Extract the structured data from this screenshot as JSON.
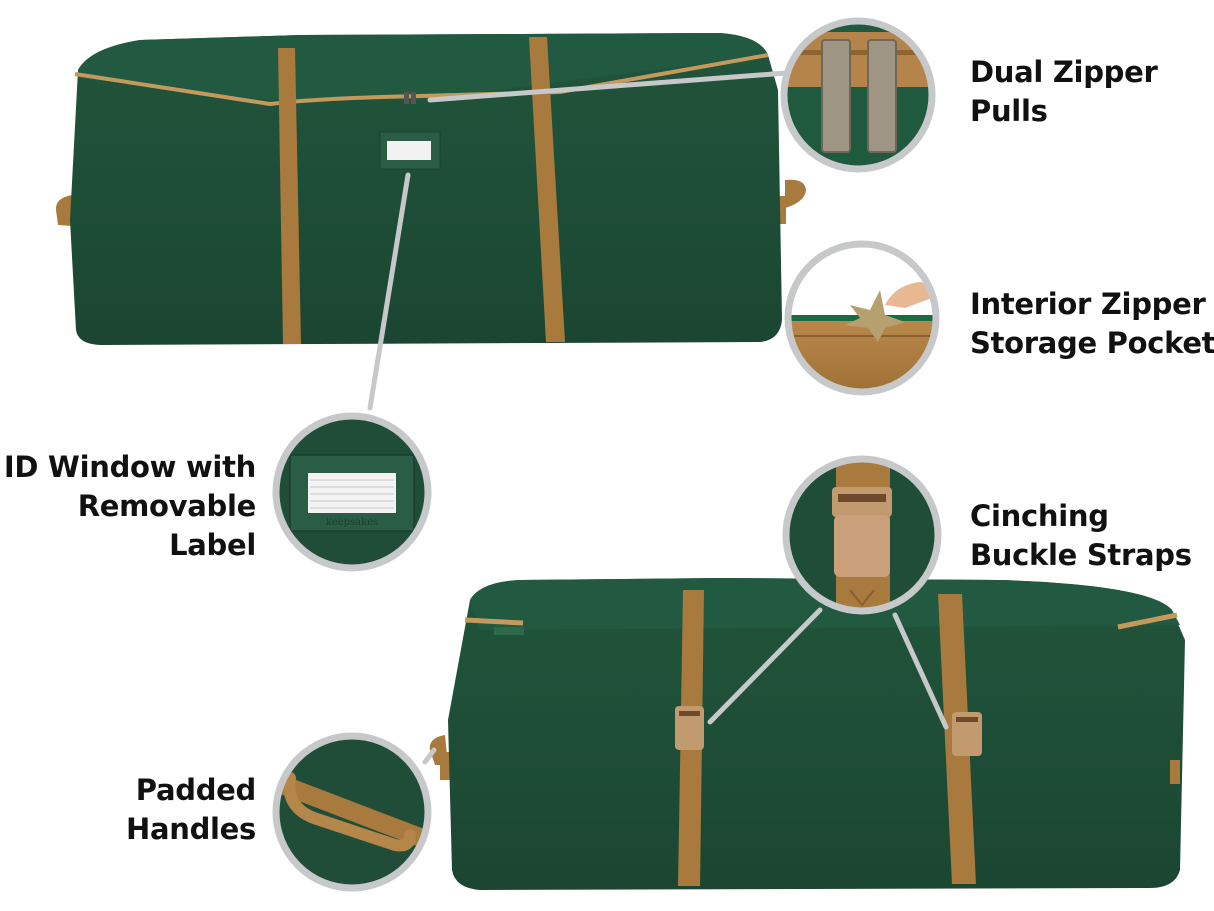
{
  "product": {
    "brand": "keepsakes",
    "colors": {
      "bag_green": "#1f4d37",
      "bag_green_dark": "#173d2b",
      "strap_tan": "#a87a3e",
      "strap_tan_light": "#c49a5c",
      "callout_ring": "#c6c8c9",
      "label_text": "#111111",
      "background": "#ffffff"
    }
  },
  "callouts": [
    {
      "id": "dual-zipper-pulls",
      "lines": [
        "Dual Zipper",
        "Pulls"
      ],
      "icon": "zipper-pulls-icon"
    },
    {
      "id": "interior-zipper-pocket",
      "lines": [
        "Interior Zipper",
        "Storage Pocket"
      ],
      "icon": "interior-pocket-icon"
    },
    {
      "id": "id-window",
      "lines": [
        "ID Window with",
        "Removable",
        "Label"
      ],
      "icon": "id-window-icon",
      "tag_text": "keepsakes"
    },
    {
      "id": "cinching-buckle-straps",
      "lines": [
        "Cinching",
        "Buckle Straps"
      ],
      "icon": "buckle-strap-icon"
    },
    {
      "id": "padded-handles",
      "lines": [
        "Padded",
        "Handles"
      ],
      "icon": "padded-handle-icon"
    }
  ]
}
